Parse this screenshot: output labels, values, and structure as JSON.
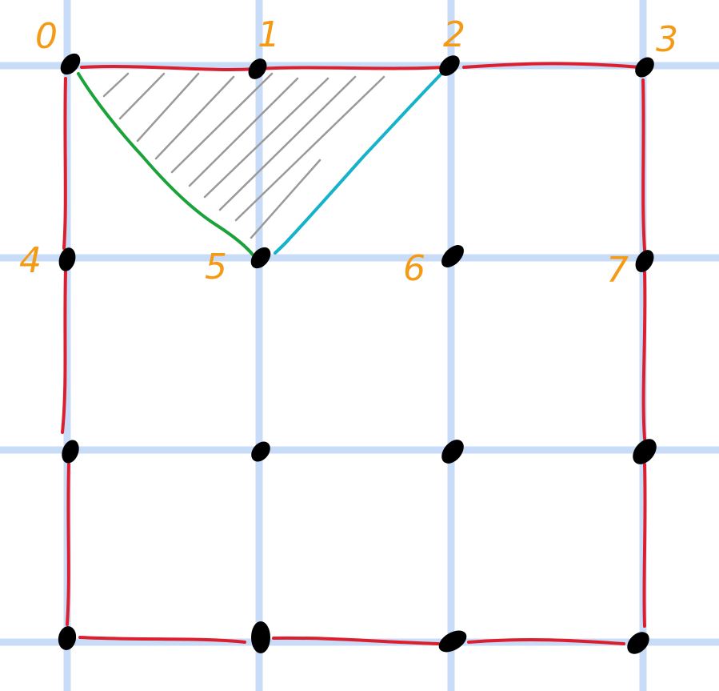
{
  "colors": {
    "grid": "#c8dcf7",
    "boundary": "#dc1f2e",
    "hatch": "#9a9a9a",
    "edge_green": "#1ca23a",
    "edge_cyan": "#15b3c9",
    "vertex": "#000000",
    "label": "#f49a14"
  },
  "labels": [
    "0",
    "1",
    "2",
    "3",
    "4",
    "5",
    "6",
    "7"
  ]
}
